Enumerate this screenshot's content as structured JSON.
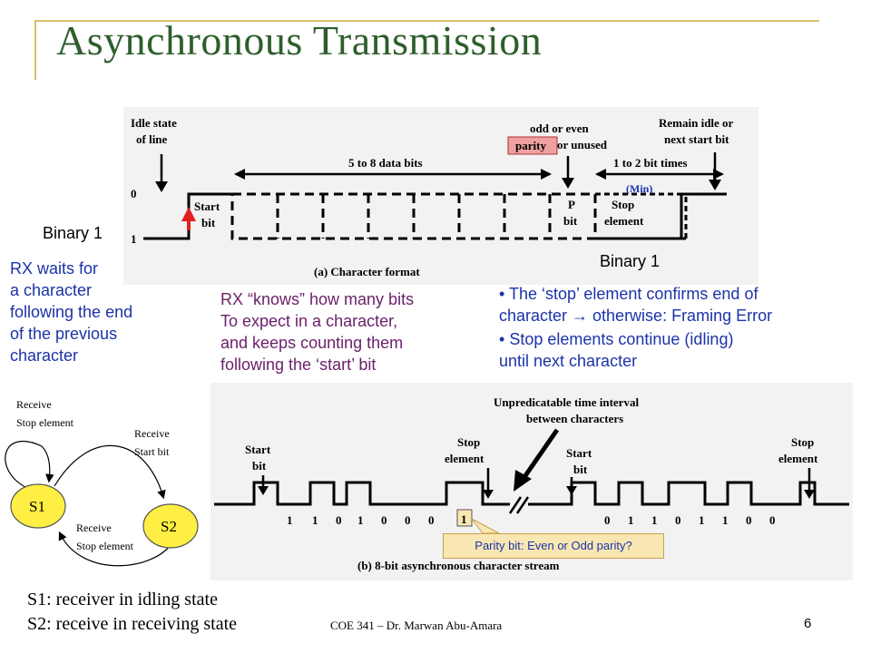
{
  "slide": {
    "title": "Asynchronous Transmission",
    "footer": "COE 341 – Dr. Marwan Abu-Amara",
    "page_number": "6"
  },
  "figure_a": {
    "idle_state_label": [
      "Idle state",
      "of line"
    ],
    "parity_box_label": "parity",
    "parity_annotation": [
      "odd or even",
      "or unused"
    ],
    "remain_idle_label": [
      "Remain idle or",
      "next start bit"
    ],
    "data_bits_label": "5 to 8 data bits",
    "stop_times_label": "1 to 2 bit times",
    "min_label": "(Min)",
    "level_zero": "0",
    "level_one": "1",
    "start_bit_label": [
      "Start",
      "bit"
    ],
    "p_bit_label": [
      "P",
      "bit"
    ],
    "stop_element_label": [
      "Stop",
      "element"
    ],
    "caption": "(a) Character format",
    "binary_left": "Binary 1",
    "binary_right": "Binary 1"
  },
  "notes": {
    "rx_waits": [
      "RX waits for",
      "a character",
      "following the end",
      "of the previous",
      "character"
    ],
    "rx_knows": [
      "RX “knows” how many bits",
      "To expect in a character,",
      "and keeps counting them",
      "following the ‘start’ bit"
    ],
    "stop_bullets": [
      [
        "The ‘stop’ element confirms end of",
        "character → otherwise: Framing Error"
      ],
      [
        "Stop elements continue (idling)",
        "until next character"
      ]
    ]
  },
  "state_machine": {
    "s1": "S1",
    "s2": "S2",
    "self_loop_label": [
      "Receive",
      "Stop element"
    ],
    "s1_to_s2_label": [
      "Receive",
      "Start bit"
    ],
    "s2_to_s1_label": [
      "Receive",
      "Stop element"
    ],
    "legend": [
      "S1: receiver in idling state",
      "S2: receive in receiving state"
    ],
    "node_color": "#ffee44"
  },
  "figure_b": {
    "unpredictable_label": [
      "Unpredicatable time interval",
      "between characters"
    ],
    "start_bit_label": [
      "Start",
      "bit"
    ],
    "stop_element_label": [
      "Stop",
      "element"
    ],
    "bits_first": [
      "1",
      "1",
      "0",
      "1",
      "0",
      "0",
      "0"
    ],
    "parity_bit": "1",
    "bits_second": [
      "0",
      "1",
      "1",
      "0",
      "1",
      "1",
      "0",
      "0"
    ],
    "caption": "(b) 8-bit asynchronous character stream",
    "parity_callout": "Parity bit: Even or Odd parity?"
  },
  "colors": {
    "title": "#2e5e2c",
    "blue_text": "#1c33a8",
    "purple_text": "#6a1f6a",
    "parity_highlight": "#f0a0a0",
    "start_marker": "#e02020"
  }
}
